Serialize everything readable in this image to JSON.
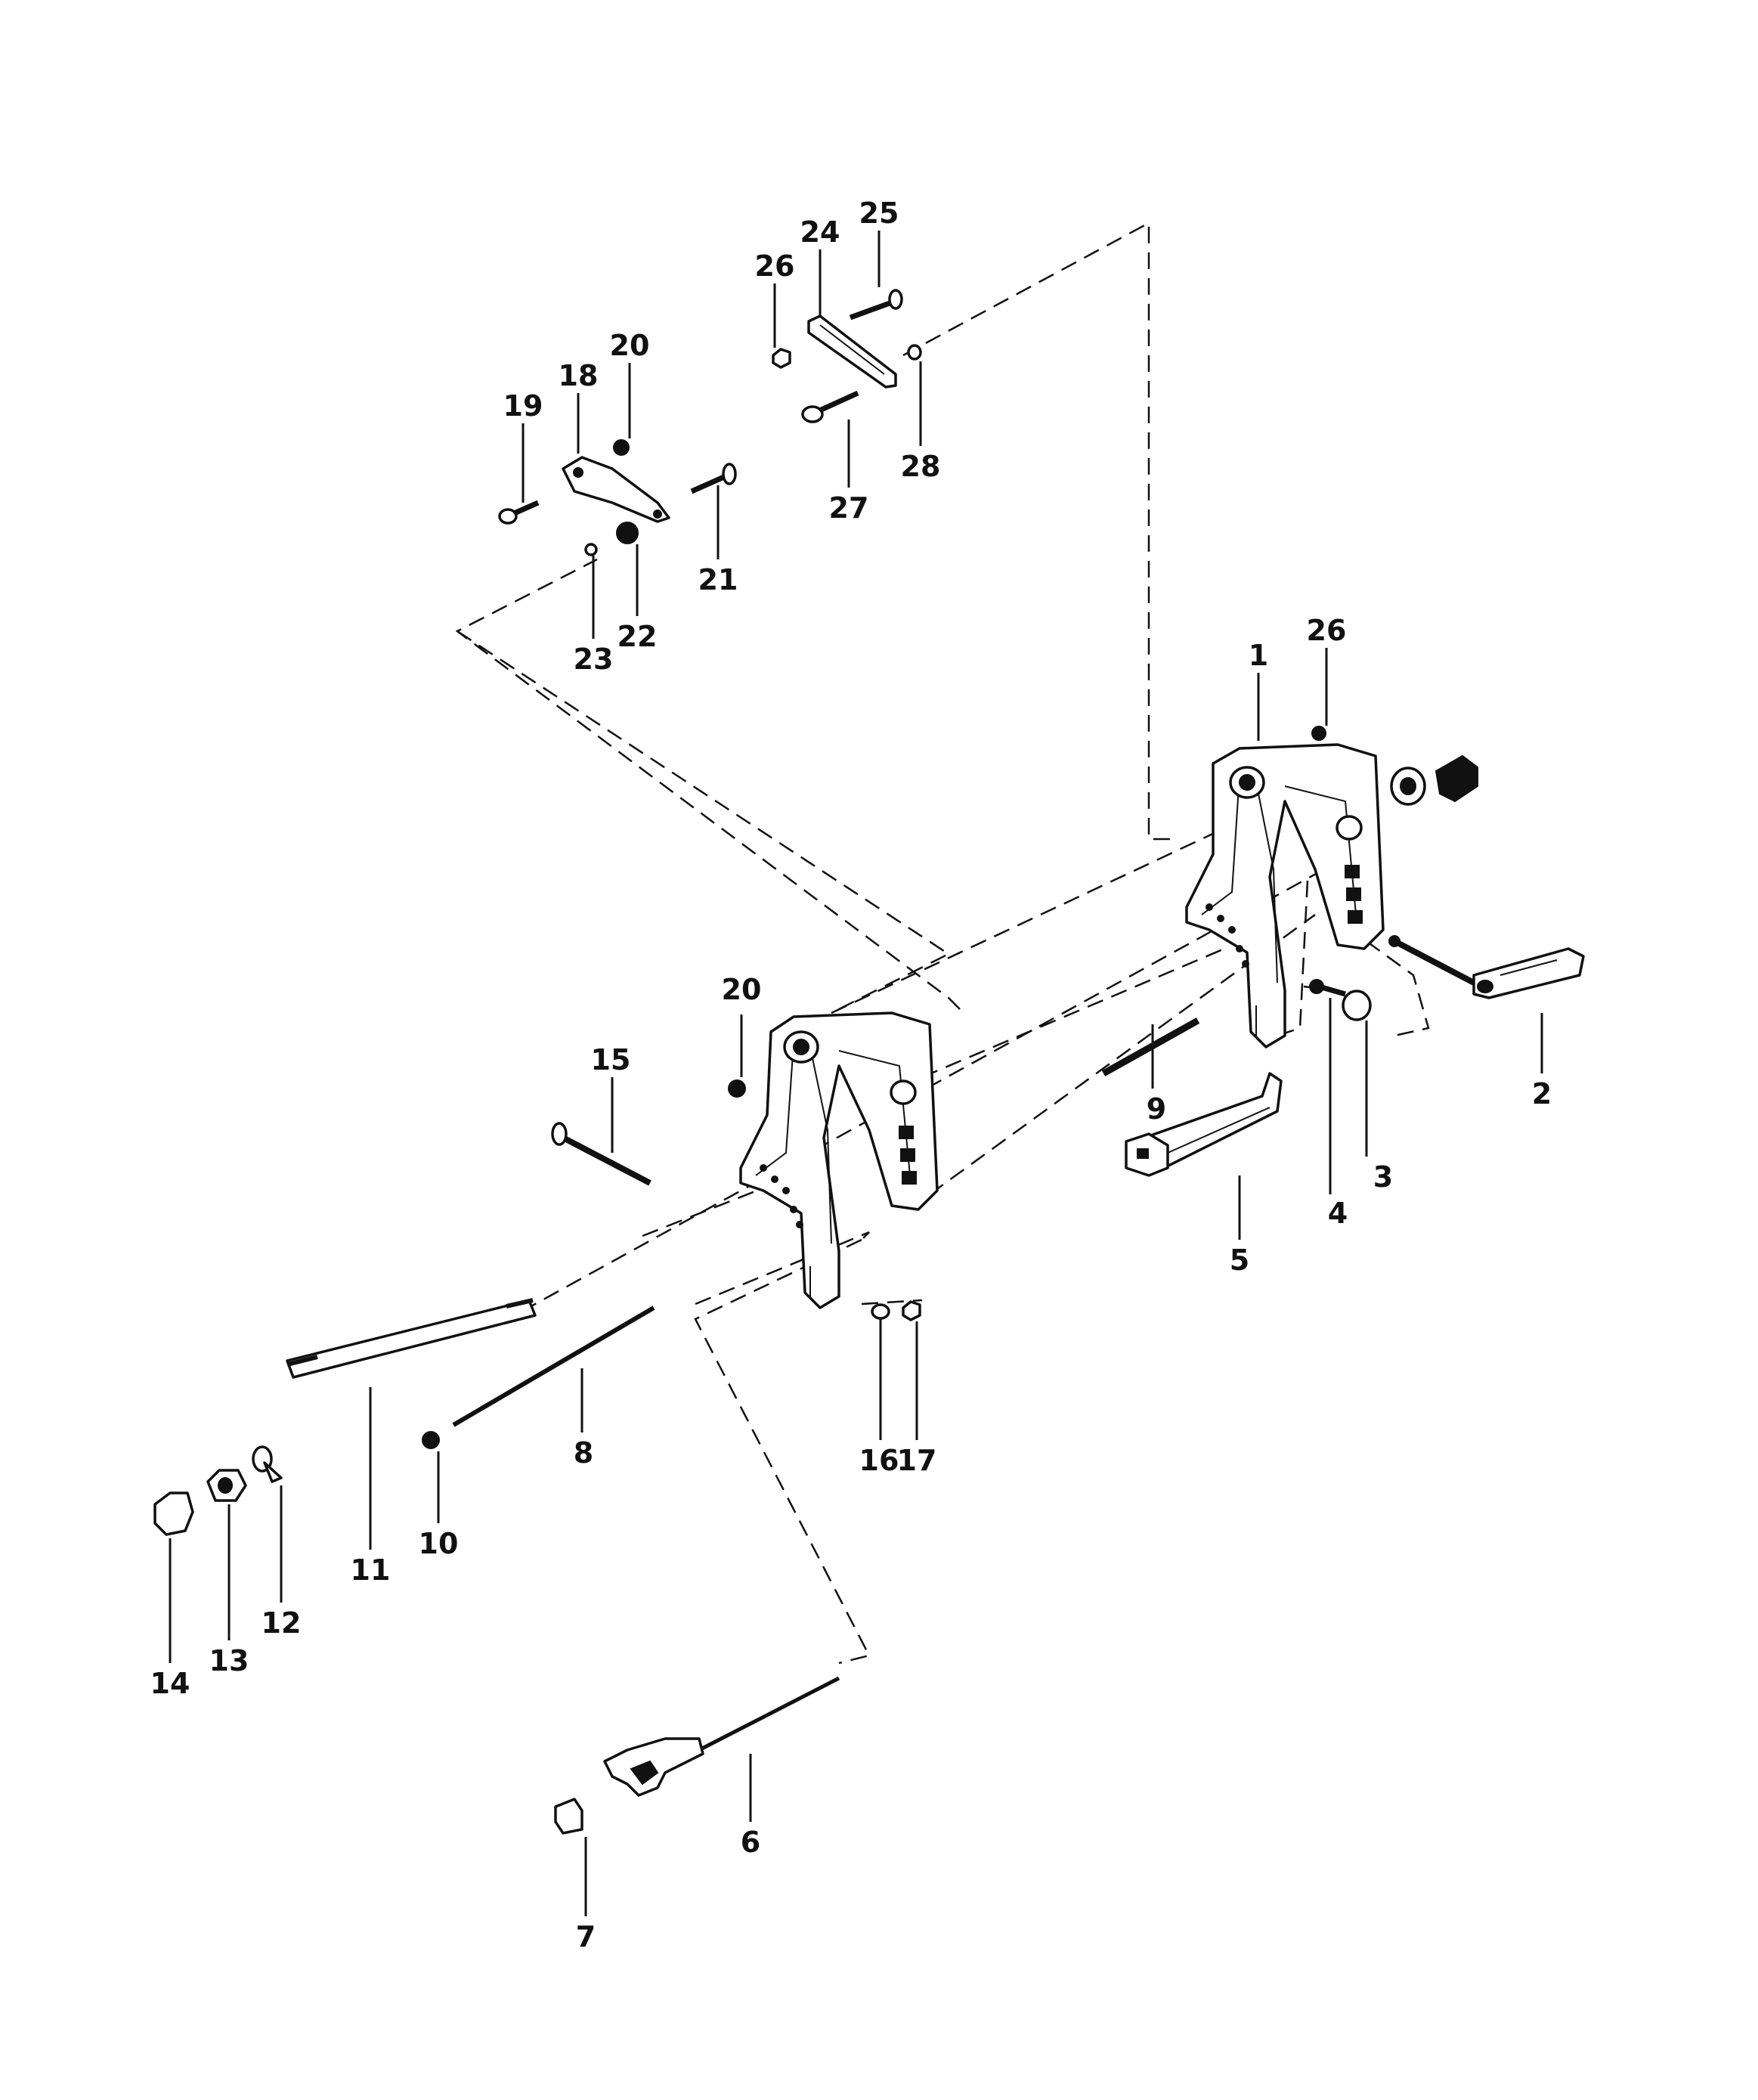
{
  "diagram": {
    "callouts": {
      "c1": "1",
      "c2": "2",
      "c3": "3",
      "c4": "4",
      "c5": "5",
      "c6": "6",
      "c7": "7",
      "c8": "8",
      "c9": "9",
      "c10": "10",
      "c11": "11",
      "c12": "12",
      "c13": "13",
      "c14": "14",
      "c15": "15",
      "c16": "16",
      "c17": "17",
      "c18": "18",
      "c19": "19",
      "c20a": "20",
      "c20b": "20",
      "c21": "21",
      "c22": "22",
      "c23": "23",
      "c24": "24",
      "c25": "25",
      "c26a": "26",
      "c26b": "26",
      "c27": "27",
      "c28": "28"
    }
  }
}
